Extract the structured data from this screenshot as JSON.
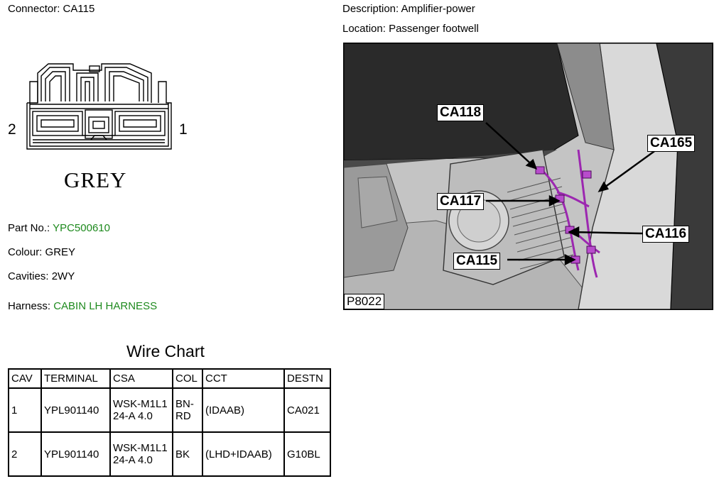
{
  "connector": {
    "label": "Connector:",
    "value": "CA115"
  },
  "description": {
    "label": "Description:",
    "value": "Amplifier-power"
  },
  "location": {
    "label": "Location:",
    "value": "Passenger footwell"
  },
  "diagram": {
    "pin_left": "2",
    "pin_right": "1",
    "colour_text": "GREY"
  },
  "part_no": {
    "label": "Part No.:",
    "value": "YPC500610"
  },
  "colour": {
    "label": "Colour:",
    "value": "GREY"
  },
  "cavities": {
    "label": "Cavities:",
    "value": "2WY"
  },
  "harness": {
    "label": "Harness:",
    "value": "CABIN LH HARNESS"
  },
  "photo": {
    "id": "P8022",
    "callouts": [
      "CA118",
      "CA165",
      "CA117",
      "CA116",
      "CA115"
    ]
  },
  "wire_chart": {
    "title": "Wire Chart",
    "headers": [
      "CAV",
      "TERMINAL",
      "CSA",
      "COL",
      "CCT",
      "DESTN"
    ],
    "rows": [
      {
        "cav": "1",
        "terminal": "YPL901140",
        "csa": "WSK-M1L124-A 4.0",
        "col": "BN-RD",
        "cct": "(IDAAB)",
        "destn": "CA021"
      },
      {
        "cav": "2",
        "terminal": "YPL901140",
        "csa": "WSK-M1L124-A 4.0",
        "col": "BK",
        "cct": "(LHD+IDAAB)",
        "destn": "G10BL"
      }
    ]
  },
  "colors": {
    "link_green": "#1e8a1e",
    "wire_purple": "#9c27b0"
  }
}
